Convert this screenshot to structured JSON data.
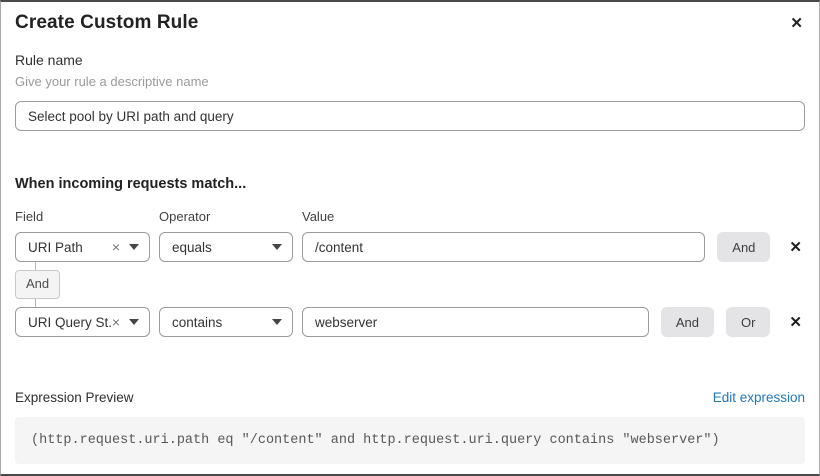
{
  "dialog": {
    "title": "Create Custom Rule",
    "close_icon": "✕"
  },
  "rule_name": {
    "label": "Rule name",
    "helper": "Give your rule a descriptive name",
    "value": "Select pool by URI path and query"
  },
  "match": {
    "heading": "When incoming requests match...",
    "columns": {
      "field": "Field",
      "operator": "Operator",
      "value": "Value"
    },
    "connector": "And",
    "rows": [
      {
        "field": "URI Path",
        "operator": "equals",
        "value": "/content",
        "and_label": "And",
        "remove_icon": "✕"
      },
      {
        "field": "URI Query St...",
        "operator": "contains",
        "value": "webserver",
        "and_label": "And",
        "or_label": "Or",
        "remove_icon": "✕"
      }
    ],
    "clear_icon": "×"
  },
  "expression": {
    "label": "Expression Preview",
    "edit_link": "Edit expression",
    "code": "(http.request.uri.path eq \"/content\" and http.request.uri.query contains \"webserver\")"
  },
  "colors": {
    "link_blue": "#2378ba",
    "button_gray": "#e4e4e6",
    "code_background": "#f5f5f5"
  }
}
